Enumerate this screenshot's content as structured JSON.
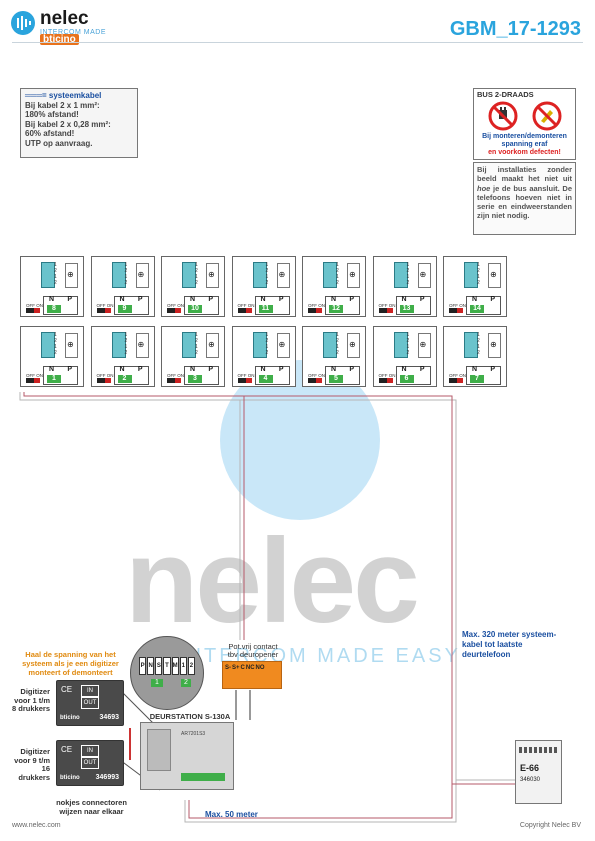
{
  "header": {
    "brand_name": "nelec",
    "brand_tagline": "INTERCOM MADE EASY",
    "partner_brand": "bticino",
    "doc_code": "GBM_17-1293"
  },
  "cable_note": {
    "legend": "= systeemkabel",
    "line1": "Bij kabel 2 x 1 mm²:",
    "line2": "180% afstand!",
    "line3": "Bij kabel 2 x 0,28 mm²:",
    "line4": "60% afstand!",
    "line5": "UTP op aanvraag."
  },
  "warning": {
    "title": "BUS 2-DRAADS",
    "line1": "Bij monteren/demonteren",
    "line2": "spanning eraf",
    "line3": "en voorkom defecten!"
  },
  "info": {
    "text_pre": "Bij installaties zonder beeld maakt het niet uit ",
    "text_em": "hoe",
    "text_post": " je de bus aansluit. De telefoons hoeven niet in serie en eindweerstanden zijn niet nodig."
  },
  "phone_labels": {
    "n": "N",
    "p": "P",
    "offon": "OFF ON",
    "terminals": [
      "1",
      "2",
      "1",
      "2"
    ]
  },
  "phones_top": [
    "8",
    "9",
    "10",
    "11",
    "12",
    "13",
    "14"
  ],
  "phones_bottom": [
    "1",
    "2",
    "3",
    "4",
    "5",
    "6",
    "7"
  ],
  "orange_note": "Haal de spanning van het systeem als je een digitizer monteert of demonteert",
  "digitizer1": {
    "label": "Digitizer voor 1 t/m 8 drukkers",
    "code": "34693",
    "in": "IN",
    "out": "OUT",
    "brand": "bticino"
  },
  "digitizer2": {
    "label": "Digitizer voor 9 t/m 16 drukkers",
    "code": "346993",
    "in": "IN",
    "out": "OUT",
    "brand": "bticino"
  },
  "connector_note": "nokjes connectoren wijzen naar elkaar",
  "terminal_zoom": {
    "labels": [
      "P",
      "N",
      "S",
      "T",
      "M",
      "1",
      "2"
    ],
    "num_left": "1",
    "num_right": "2"
  },
  "deurstation": {
    "label": "DEURSTATION S-130A",
    "code": "AR7201S3"
  },
  "contact": {
    "title1": "Pot.vrij contact",
    "title2": "tbv deuropener",
    "terms": [
      "S-",
      "S+",
      "C",
      "NC",
      "NO"
    ]
  },
  "max320": "Max. 320 meter systeem-kabel tot laatste deurtelefoon",
  "max50": "Max. 50 meter",
  "psu": {
    "model": "E-66",
    "code": "346030"
  },
  "footer": {
    "left": "www.nelec.com",
    "right": "Copyright Nelec BV"
  },
  "colors": {
    "accent": "#2aa4dd",
    "green": "#3fae49",
    "orange": "#e8721b",
    "wire": "#1a4fa0"
  }
}
